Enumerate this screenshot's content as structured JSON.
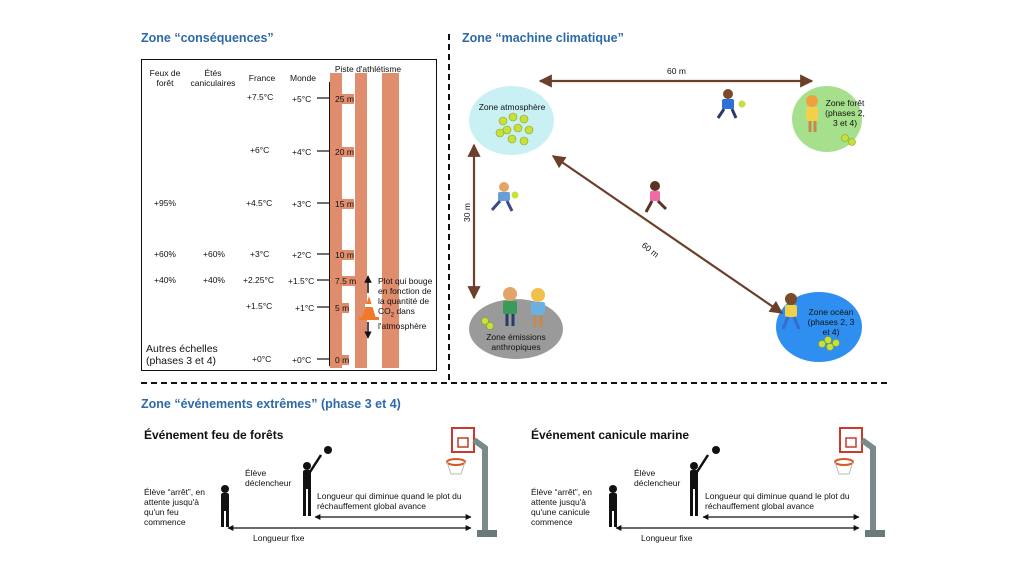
{
  "zones": {
    "consequences": "Zone “conséquences”",
    "machine": "Zone “machine climatique”",
    "extremes": "Zone “événements extrêmes” (phase 3 et 4)"
  },
  "table": {
    "headers": {
      "feux": "Feux de forêt",
      "etes": "Étés caniculaires",
      "france": "France",
      "monde": "Monde",
      "piste": "Piste d'athlétisme"
    },
    "rows": [
      {
        "feux": "",
        "etes": "",
        "france": "+7.5°C",
        "monde": "+5°C",
        "dist": "25 m"
      },
      {
        "feux": "",
        "etes": "",
        "france": "+6°C",
        "monde": "+4°C",
        "dist": "20 m"
      },
      {
        "feux": "+95%",
        "etes": "",
        "france": "+4.5°C",
        "monde": "+3°C",
        "dist": "15 m"
      },
      {
        "feux": "+60%",
        "etes": "+60%",
        "france": "+3°C",
        "monde": "+2°C",
        "dist": "10 m"
      },
      {
        "feux": "+40%",
        "etes": "+40%",
        "france": "+2.25°C",
        "monde": "+1.5°C",
        "dist": "7.5 m"
      },
      {
        "feux": "",
        "etes": "",
        "france": "+1.5°C",
        "monde": "+1°C",
        "dist": "5 m"
      },
      {
        "feux": "",
        "etes": "",
        "france": "+0°C",
        "monde": "+0°C",
        "dist": "0 m"
      }
    ],
    "autres": "Autres échelles (phases 3 et 4)",
    "plot_note_1": "Plot qui bouge en fonction de la quantité de CO",
    "plot_note_sub": "2",
    "plot_note_2": " dans l'atmosphère"
  },
  "machine": {
    "atmosphere": "Zone atmosphère",
    "foret": "Zone forêt (phases 2, 3 et 4)",
    "emissions": "Zone émissions anthropiques",
    "ocean": "Zone océan (phases 2, 3 et 4)",
    "dist_top": "60 m",
    "dist_left": "30 m",
    "dist_diag": "60 m"
  },
  "events": {
    "feu": {
      "title": "Événement feu de forêts",
      "eleve_arret": "Élève “arrêt”, en attente jusqu'à qu'un feu commence",
      "declencheur": "Élève déclencheur",
      "longueur": "Longueur qui diminue quand le plot du réchauffement global avance",
      "fixe": "Longueur fixe"
    },
    "canicule": {
      "title": "Événement canicule marine",
      "eleve_arret": "Élève “arrêt”, en attente jusqu'à qu'une canicule commence",
      "declencheur": "Élève déclencheur",
      "longueur": "Longueur qui diminue quand le plot du réchauffement global avance",
      "fixe": "Longueur fixe"
    }
  },
  "colors": {
    "title_blue": "#2e6aa8",
    "track": "#e08d6d",
    "atmosphere": "#c9f1f4",
    "foret": "#a6e08c",
    "emissions": "#9a9a9a",
    "ocean": "#2f8ff0",
    "arrow": "#6b3f2a"
  }
}
